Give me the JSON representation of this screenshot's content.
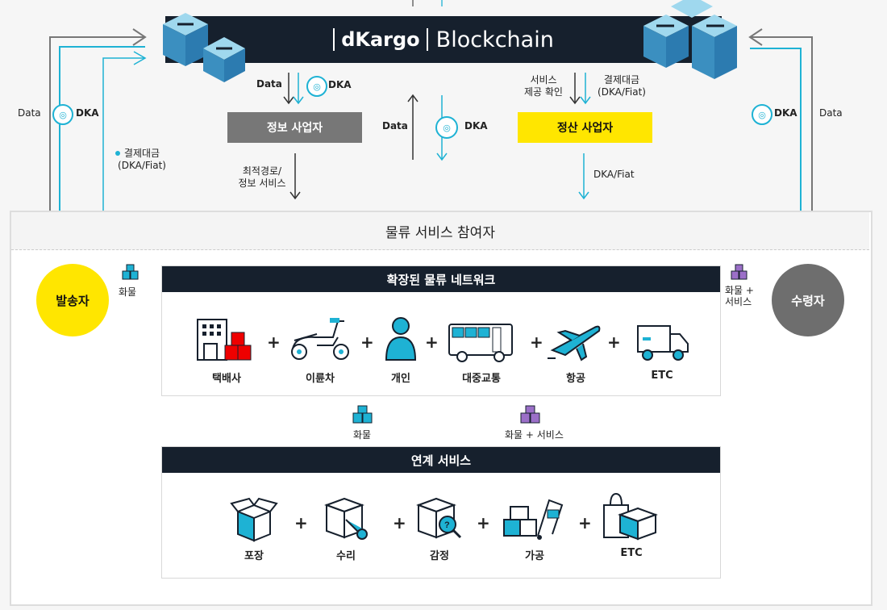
{
  "blockchain": {
    "logo_text": "dKargo",
    "title": "Blockchain"
  },
  "top_flow": {
    "left_down_data": "Data",
    "left_down_dka": "DKA",
    "mid_data": "Data",
    "mid_dka": "DKA",
    "right_service_confirm": "서비스\n제공 확인",
    "right_payment": "결제대금\n(DKA/Fiat)",
    "left_outer_data": "Data",
    "left_outer_dka": "DKA",
    "right_outer_dka": "DKA",
    "right_outer_data": "Data",
    "sender_payment": "결제대금\n(DKA/Fiat)",
    "info_route": "최적경로/\n정보 서비스",
    "settle_out": "DKA/Fiat"
  },
  "boxes": {
    "info_provider": "정보 사업자",
    "settlement_provider": "정산 사업자"
  },
  "participants": {
    "area_title": "물류 서비스 참여자",
    "sender": "발송자",
    "receiver": "수령자",
    "cargo_left": "화물",
    "cargo_right": "화물 +\n서비스"
  },
  "network": {
    "title": "확장된 물류 네트워크",
    "items": [
      {
        "label": "택배사",
        "icon": "courier-building-icon"
      },
      {
        "label": "이륜차",
        "icon": "scooter-icon"
      },
      {
        "label": "개인",
        "icon": "person-icon"
      },
      {
        "label": "대중교통",
        "icon": "bus-icon"
      },
      {
        "label": "항공",
        "icon": "airplane-icon"
      },
      {
        "label": "ETC",
        "icon": "truck-icon"
      }
    ]
  },
  "middle_flow": {
    "down_label": "화물",
    "up_label": "화물 + 서비스"
  },
  "linked": {
    "title": "연계 서비스",
    "items": [
      {
        "label": "포장",
        "icon": "open-box-icon"
      },
      {
        "label": "수리",
        "icon": "repair-box-icon"
      },
      {
        "label": "감정",
        "icon": "inspect-box-icon"
      },
      {
        "label": "가공",
        "icon": "processing-cart-icon"
      },
      {
        "label": "ETC",
        "icon": "bag-box-icon"
      }
    ]
  },
  "colors": {
    "dark": "#16202d",
    "accent_cyan": "#1eb2d4",
    "yellow": "#ffe600",
    "gray": "#777777",
    "purple": "#9b6fc8"
  }
}
